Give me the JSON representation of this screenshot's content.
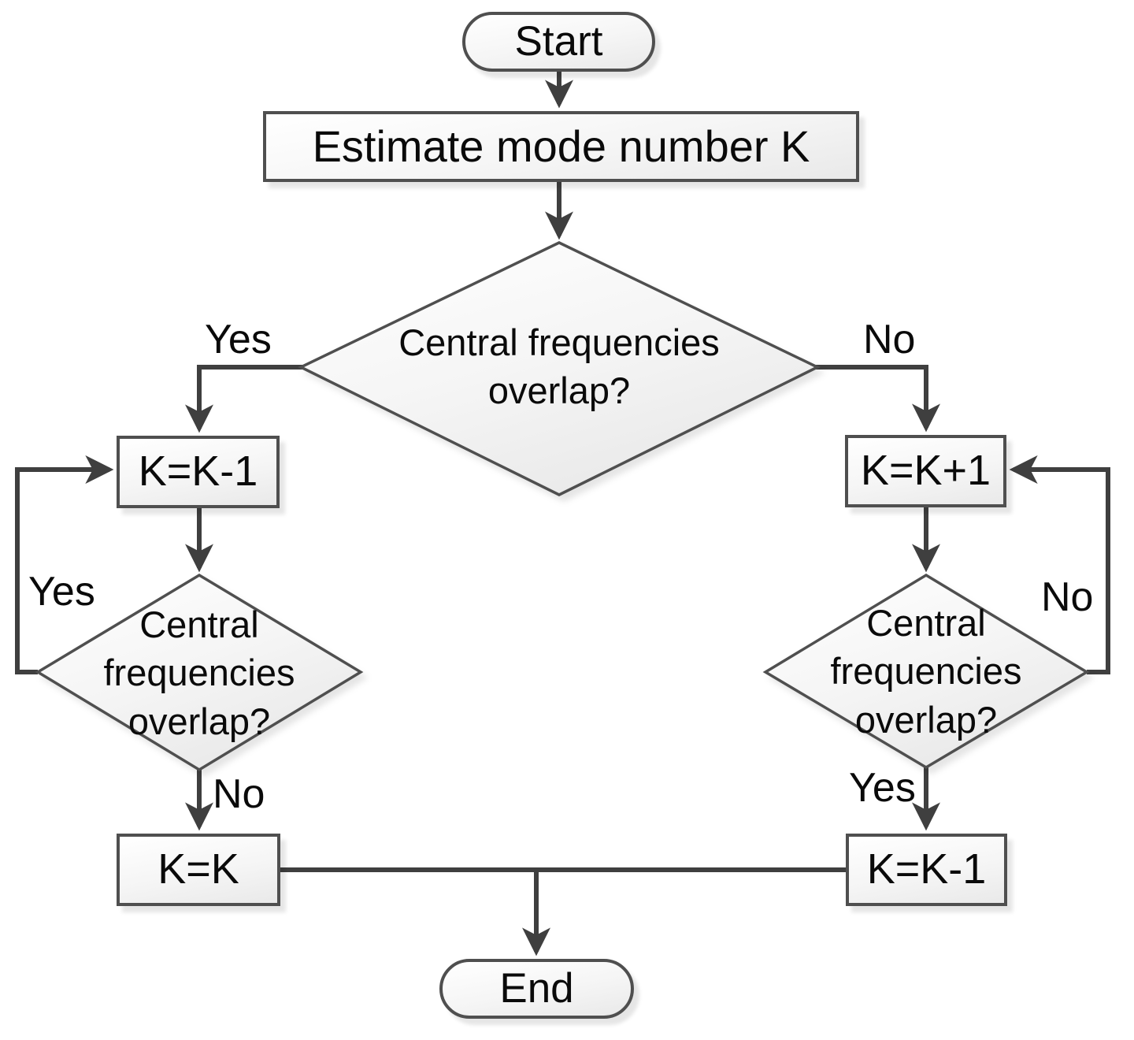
{
  "colors": {
    "line": "#3f3f3f",
    "border": "#4f4f4f",
    "shape_fill_top": "#ffffff",
    "shape_fill_bottom": "#e9e9e9",
    "text": "#0a0a0a",
    "background": "#ffffff"
  },
  "nodes": {
    "start": "Start",
    "estimate": "Estimate mode number K",
    "decision_main": "Central frequencies overlap?",
    "k_decrement": "K=K-1",
    "k_increment": "K=K+1",
    "decision_left": "Central frequencies overlap?",
    "decision_right": "Central frequencies overlap?",
    "k_keep": "K=K",
    "k_decrement_final": "K=K-1",
    "end": "End"
  },
  "edge_labels": {
    "main_yes": "Yes",
    "main_no": "No",
    "left_loop_yes": "Yes",
    "left_exit_no": "No",
    "right_loop_no": "No",
    "right_exit_yes": "Yes"
  }
}
